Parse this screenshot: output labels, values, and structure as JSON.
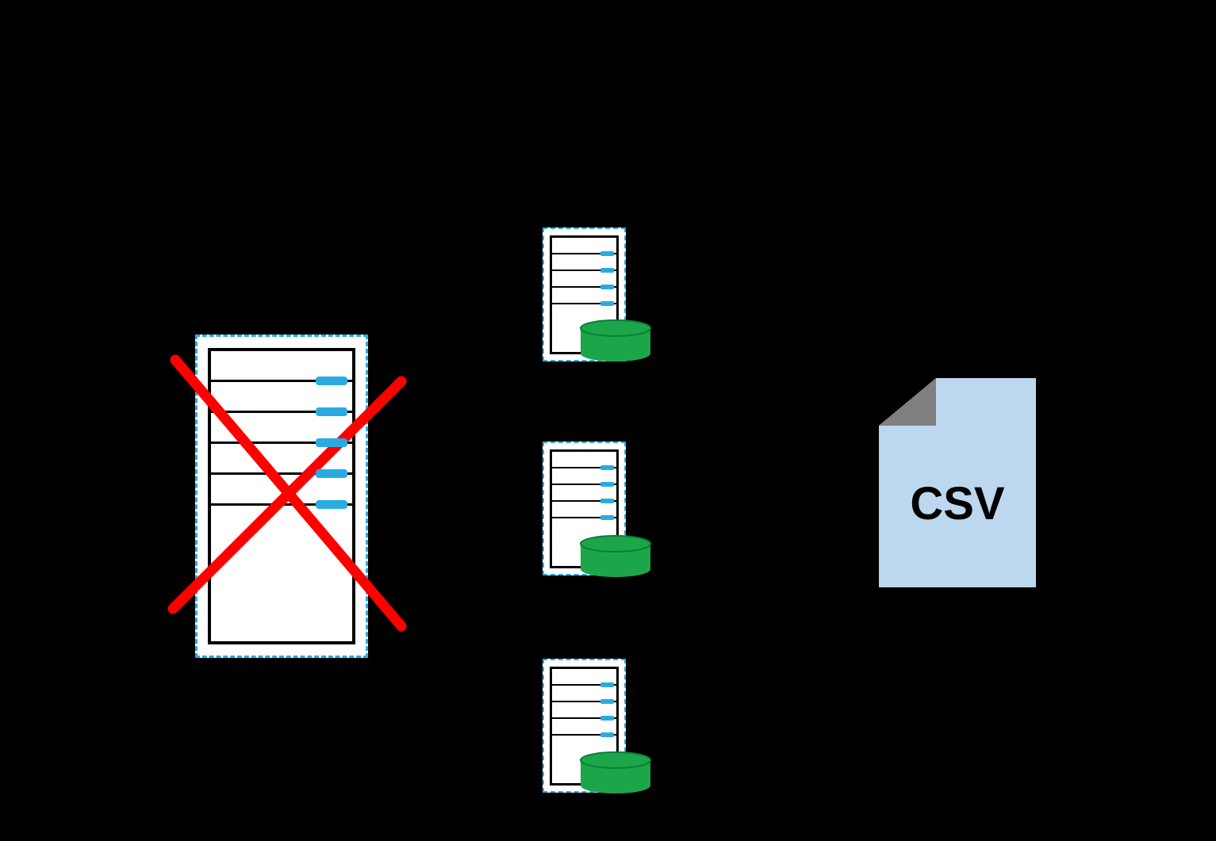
{
  "background_color": "#000000",
  "failed_server": {
    "icon": "server-icon",
    "crossed_out": true,
    "cross_color": "#FF0000",
    "accent_color": "#29ABE2",
    "slots": 5
  },
  "worker_servers": [
    {
      "icon": "server-with-database-icon",
      "slots": 4,
      "accent_color": "#29ABE2",
      "database_color": "#1CA649"
    },
    {
      "icon": "server-with-database-icon",
      "slots": 4,
      "accent_color": "#29ABE2",
      "database_color": "#1CA649"
    },
    {
      "icon": "server-with-database-icon",
      "slots": 4,
      "accent_color": "#29ABE2",
      "database_color": "#1CA649"
    }
  ],
  "csv_file": {
    "icon": "csv-file-icon",
    "label": "CSV",
    "fill_color": "#BDD7EE",
    "fold_color": "#808080",
    "text_color": "#000000"
  }
}
